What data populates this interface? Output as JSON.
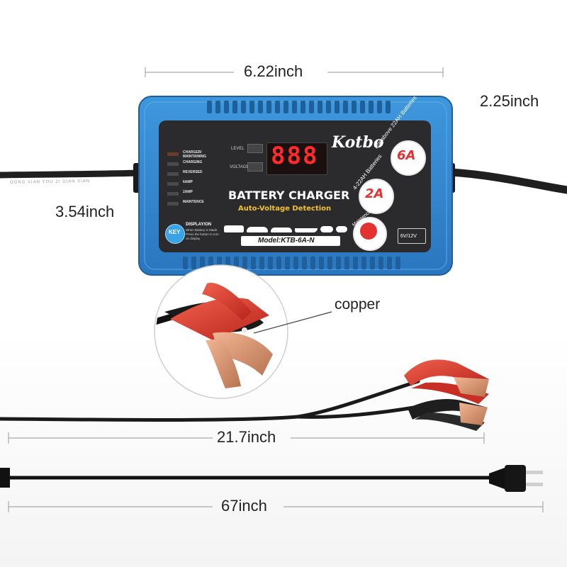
{
  "dimensions": {
    "width": "6.22inch",
    "depth": "2.25inch",
    "height": "3.54inch",
    "clamp_cable": "21.7inch",
    "power_cord": "67inch"
  },
  "callout": {
    "material": "copper"
  },
  "panel": {
    "brand": "Kotbo",
    "title": "BATTERY CHARGER",
    "subtitle": "Auto-Voltage Detection",
    "model": "Model:KTB-6A-N",
    "display_digits": "888",
    "level_label": "LEVEL",
    "voltage_label": "VOLTAGE",
    "voltage_badge": "6V/12V",
    "key_label": "KEY",
    "display_on": "DISPLAY/ON",
    "key_hint_1": "When Battery is Made",
    "key_hint_2": "Press the button to turn",
    "key_hint_3": "on display",
    "indicators": [
      "CHARGER/ MAINTAINING",
      "CHARGING",
      "REVERSED",
      "6AMP",
      "2AMP",
      "MAINTENCE"
    ],
    "mode_6a": "6A",
    "mode_6a_caption": "For above 22AH Batteries",
    "mode_2a": "2A",
    "mode_2a_caption": "4-22AH Batteries",
    "mode_maint_caption": "Maintence Batteries",
    "cord_print": "GONG XIAN YOU ZI DIAN XIAN"
  },
  "colors": {
    "case_blue": "#3a8fd6",
    "panel_dark": "#2b2b2e",
    "led_red": "#ff2a2a",
    "mode_red": "#e3322f",
    "key_blue": "#3aa3e6",
    "clamp_red": "#d83a2e",
    "copper": "#d7916a"
  }
}
